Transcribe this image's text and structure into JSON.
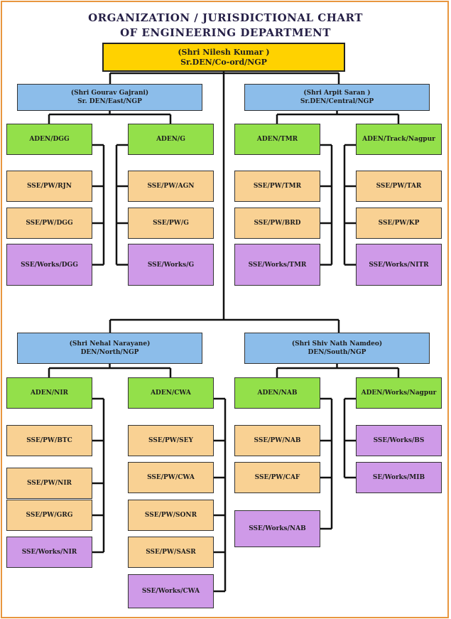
{
  "title": {
    "line1": "ORGANIZATION / JURISDICTIONAL CHART",
    "line2": "OF ENGINEERING DEPARTMENT"
  },
  "colors": {
    "top": "#ffd200",
    "den": "#8cbdea",
    "aden": "#93e04a",
    "sse_pw": "#f9d193",
    "sse_works": "#cf9ae8",
    "frame": "#e8963f"
  },
  "chart": {
    "top": {
      "name": "(Shri Nilesh Kumar )",
      "role": "Sr.DEN/Co-ord/NGP"
    },
    "dens": [
      {
        "name": "(Shri Gourav Gajrani)",
        "role": "Sr. DEN/East/NGP",
        "adens": [
          {
            "label": "ADEN/DGG",
            "sses": [
              "SSE/PW/RJN",
              "SSE/PW/DGG",
              "SSE/Works/DGG"
            ]
          },
          {
            "label": "ADEN/G",
            "sses": [
              "SSE/PW/AGN",
              "SSE/PW/G",
              "SSE/Works/G"
            ]
          }
        ]
      },
      {
        "name": "(Shri Arpit Saran  )",
        "role": "Sr.DEN/Central/NGP",
        "adens": [
          {
            "label": "ADEN/TMR",
            "sses": [
              "SSE/PW/TMR",
              "SSE/PW/BRD",
              "SSE/Works/TMR"
            ]
          },
          {
            "label": "ADEN/Track/Nagpur",
            "sses": [
              "SSE/PW/TAR",
              "SSE/PW/KP",
              "SSE/Works/NITR"
            ]
          }
        ]
      },
      {
        "name": "(Shri Nehal Narayane)",
        "role": "DEN/North/NGP",
        "adens": [
          {
            "label": "ADEN/NIR",
            "sses": [
              "SSE/PW/BTC",
              "SSE/PW/NIR",
              "SSE/PW/GRG",
              "SSE/Works/NIR"
            ]
          },
          {
            "label": "ADEN/CWA",
            "sses": [
              "SSE/PW/SEY",
              "SSE/PW/CWA",
              "SSE/PW/SONR",
              "SSE/PW/SASR",
              "SSE/Works/CWA"
            ]
          }
        ]
      },
      {
        "name": "(Shri Shiv Nath Namdeo)",
        "role": "DEN/South/NGP",
        "adens": [
          {
            "label": "ADEN/NAB",
            "sses": [
              "SSE/PW/NAB",
              "SSE/PW/CAF",
              "SSE/Works/NAB"
            ]
          },
          {
            "label": "ADEN/Works/Nagpur",
            "sses": [
              "SSE/Works/BS",
              "SE/Works/MIB"
            ]
          }
        ]
      }
    ]
  }
}
